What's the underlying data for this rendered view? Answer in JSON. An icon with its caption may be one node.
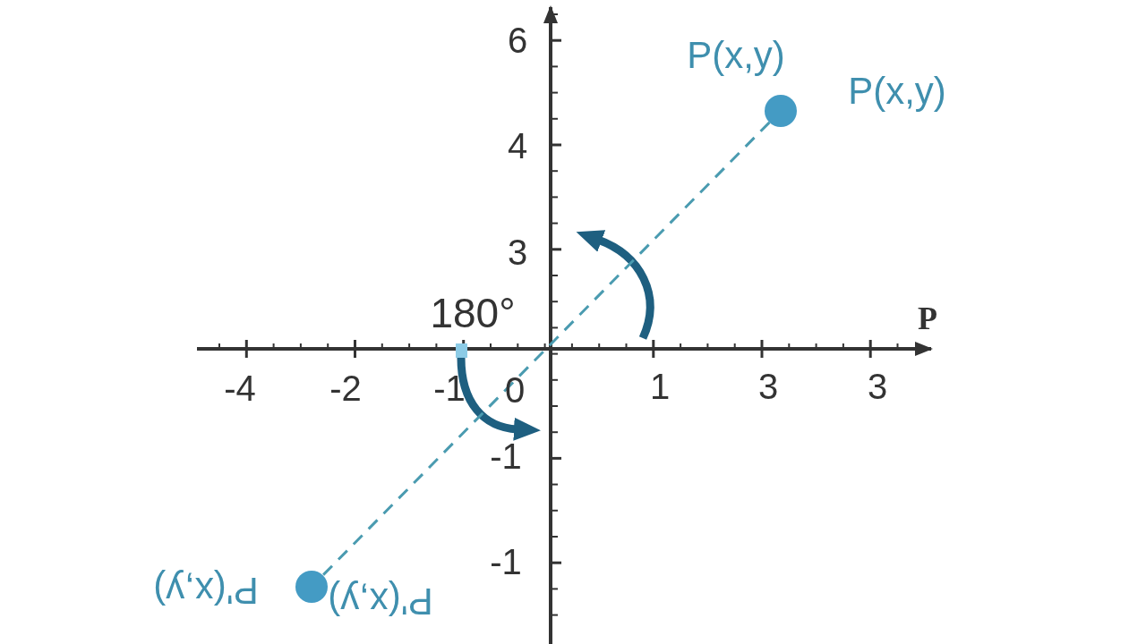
{
  "diagram": {
    "nodes": [
      {
        "text": [],
        "shape": "circle",
        "beside": [
          "P(x,y)",
          "P(x,y)"
        ]
      },
      {
        "text": [],
        "shape": "circle",
        "beside": [
          "P'(x,y)",
          "P'(x,y)"
        ]
      }
    ],
    "edges": [
      {
        "from": 0,
        "to": 1,
        "arrow": "none",
        "style": "dashed"
      }
    ],
    "labels": [
      "6",
      "4",
      "3",
      "180°",
      "P",
      "-4",
      "-2",
      "-1",
      "0",
      "1",
      "3",
      "3",
      "-1",
      "-1"
    ]
  }
}
